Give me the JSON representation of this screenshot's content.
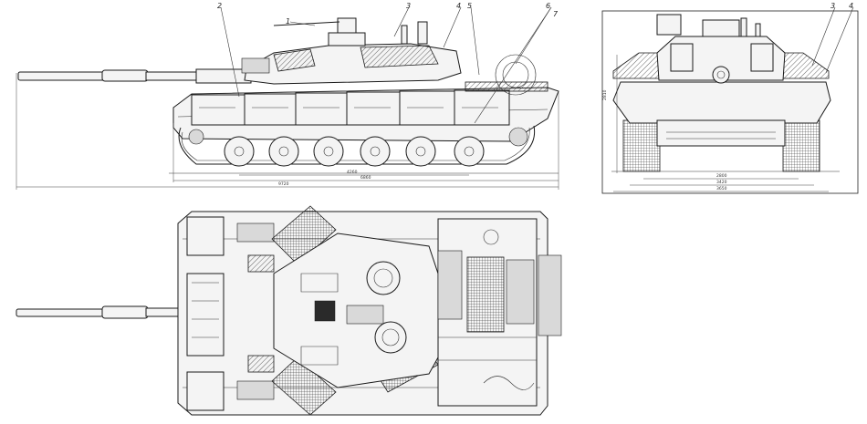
{
  "callouts": {
    "side": [
      "1",
      "2",
      "3",
      "4",
      "5",
      "6",
      "7"
    ],
    "front": [
      "3",
      "4"
    ]
  },
  "dimensions": {
    "side_overall": "9720",
    "side_hull": "6860",
    "side_track": "4260",
    "front_height": "2810",
    "front_inner": "2800",
    "front_track": "3420",
    "front_width": "3650"
  }
}
